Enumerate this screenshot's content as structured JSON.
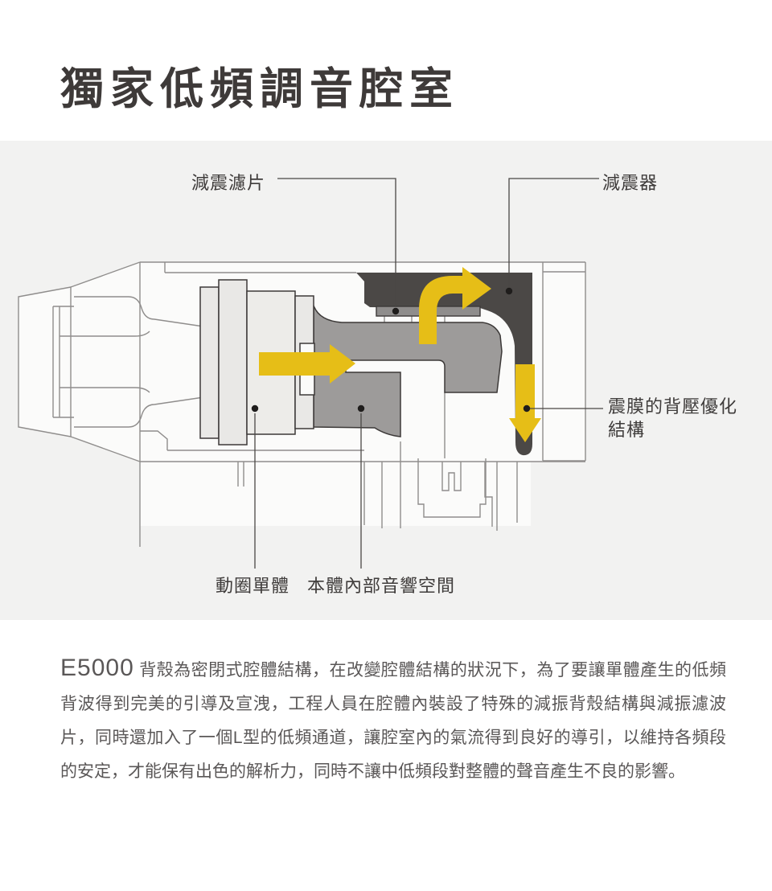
{
  "title": "獨家低頻調音腔室",
  "diagram": {
    "labels": {
      "damping_filter": "減震濾片",
      "damper": "減震器",
      "back_pressure_line1": "震膜的背壓優化",
      "back_pressure_line2": "結構",
      "driver_unit": "動圈單體",
      "acoustic_space": "本體內部音響空間"
    },
    "colors": {
      "panel_background": "#f2f2f1",
      "shell_white": "#fbfbfa",
      "shell_outline": "#8f8d8c",
      "shape_outline": "#3c3938",
      "channel_dark_gray": "#4b4846",
      "space_medium_gray": "#9d9b9a",
      "filter_strip_gray": "#8f8d8c",
      "driver_light_gray": "#e9e8e6",
      "arrow_yellow": "#e6be17",
      "leader_line": "#4a4745"
    }
  },
  "description": {
    "model": "E5000",
    "text": "背殼為密閉式腔體結構，在改變腔體結構的狀況下，為了要讓單體產生的低頻背波得到完美的引導及宣洩，工程人員在腔體內裝設了特殊的減振背殼結構與減振濾波片，同時還加入了一個L型的低頻通道，讓腔室內的氣流得到良好的導引，以維持各頻段的安定，才能保有出色的解析力，同時不讓中低頻段對整體的聲音產生不良的影響。"
  }
}
